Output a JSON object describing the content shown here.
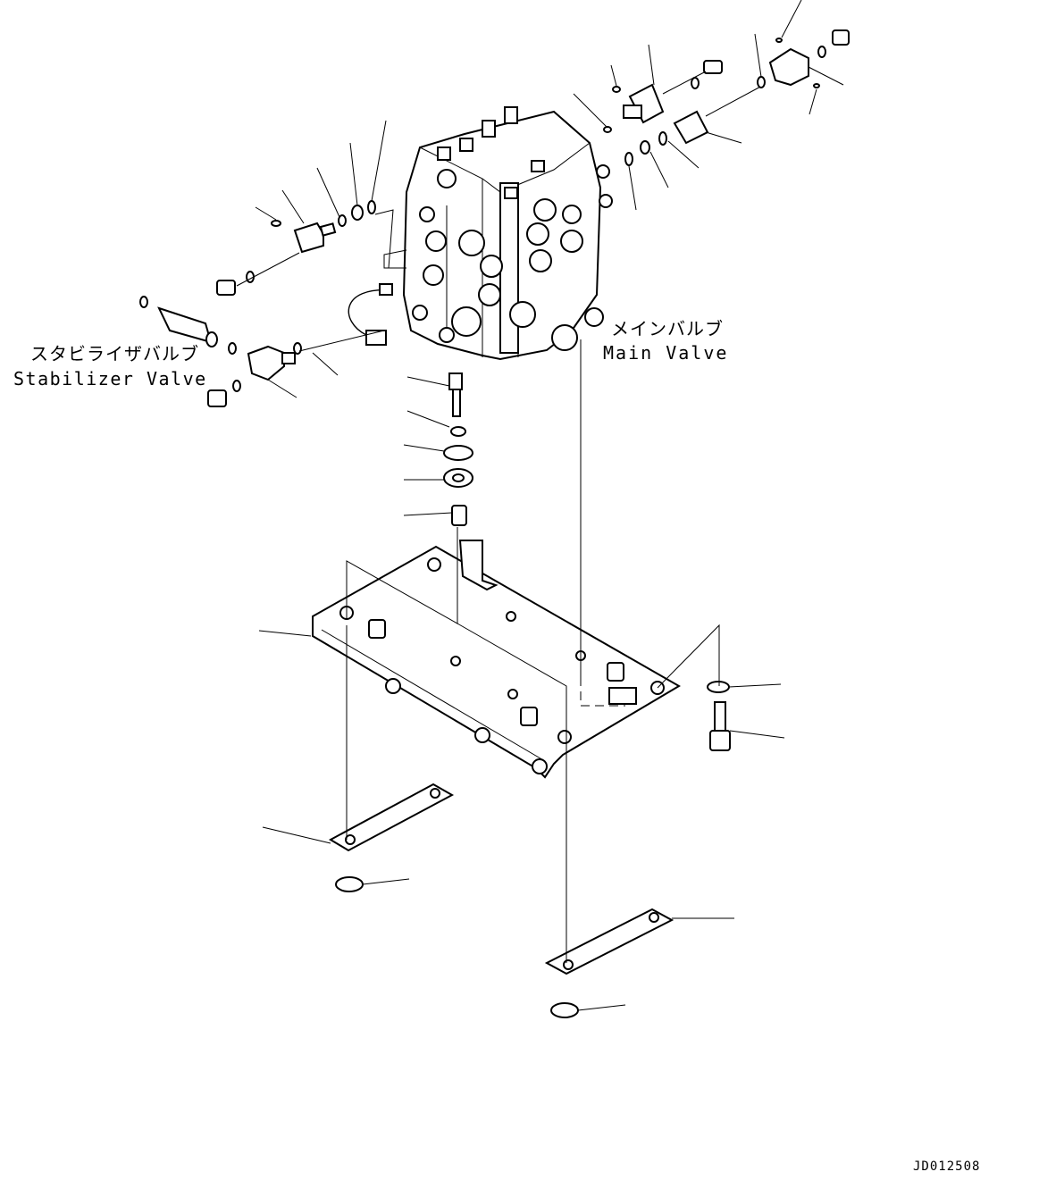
{
  "labels": {
    "stabilizer_jp": "スタビライザバルブ",
    "stabilizer_en": "Stabilizer Valve",
    "main_jp": "メインバルブ",
    "main_en": "Main Valve",
    "drawing_no": "JD012508"
  }
}
